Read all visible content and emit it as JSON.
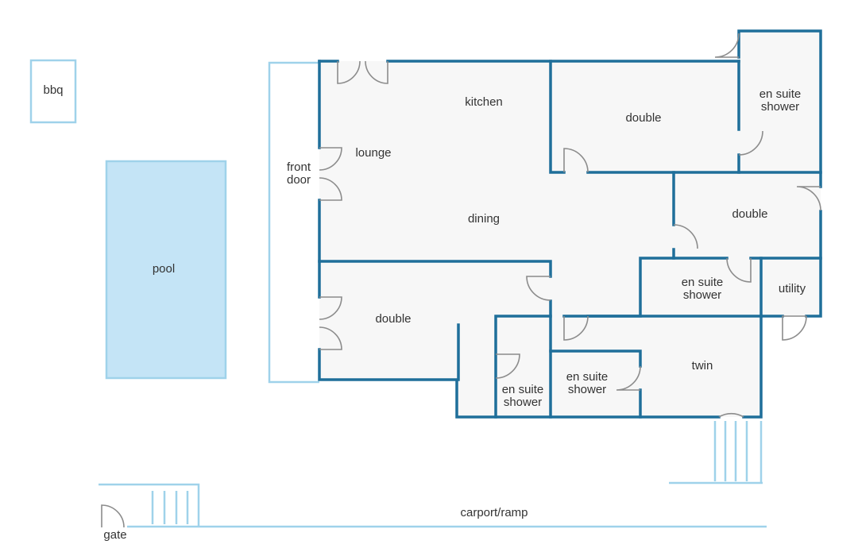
{
  "labels": {
    "bbq": "bbq",
    "pool": "pool",
    "front_door_1": "front",
    "front_door_2": "door",
    "lounge": "lounge",
    "kitchen": "kitchen",
    "dining": "dining",
    "double_top": "double",
    "ensuite_top_1": "en suite",
    "ensuite_top_2": "shower",
    "double_right": "double",
    "ensuite_mid_1": "en suite",
    "ensuite_mid_2": "shower",
    "utility": "utility",
    "double_left": "double",
    "twin": "twin",
    "ensuite_bl_1": "en suite",
    "ensuite_bl_2": "shower",
    "ensuite_bc_1": "en suite",
    "ensuite_bc_2": "shower",
    "carport": "carport/ramp",
    "gate": "gate"
  },
  "colors": {
    "wall": "#1f6f9a",
    "outline_light": "#9fd2ea",
    "pool_fill": "#c4e4f6",
    "floor": "#f7f7f7",
    "door": "#8c8c8c",
    "text": "#333333"
  }
}
